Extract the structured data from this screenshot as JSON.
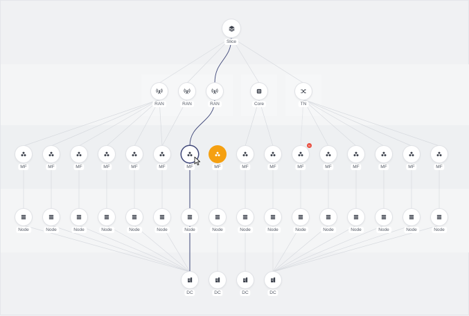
{
  "topology": {
    "slice": {
      "label": "Slice",
      "icon": "layers-icon"
    },
    "level1": [
      {
        "label": "RAN",
        "icon": "antenna-icon"
      },
      {
        "label": "RAN",
        "icon": "antenna-icon"
      },
      {
        "label": "RAN",
        "icon": "antenna-icon"
      },
      {
        "label": "Core",
        "icon": "chip-icon"
      },
      {
        "label": "TN",
        "icon": "shuffle-icon"
      }
    ],
    "mf": [
      "MF",
      "MF",
      "MF",
      "MF",
      "MF",
      "MF",
      "MF",
      "MF",
      "MF",
      "MF",
      "MF",
      "MF",
      "MF",
      "MF",
      "MF",
      "MF"
    ],
    "nodes": [
      "Node",
      "Node",
      "Node",
      "Node",
      "Node",
      "Node",
      "Node",
      "Node",
      "Node",
      "Node",
      "Node",
      "Node",
      "Node",
      "Node",
      "Node",
      "Node"
    ],
    "dc": [
      "DC",
      "DC",
      "DC",
      "DC"
    ],
    "badge_text": "N"
  },
  "colors": {
    "background": "#f0f1f3",
    "band": "#f6f7f8",
    "link": "#d7dadf",
    "highlight_link": "#3d4577",
    "highlight_node": "#f5a011",
    "badge": "#e84b3c",
    "icon": "#3a3f4a"
  }
}
